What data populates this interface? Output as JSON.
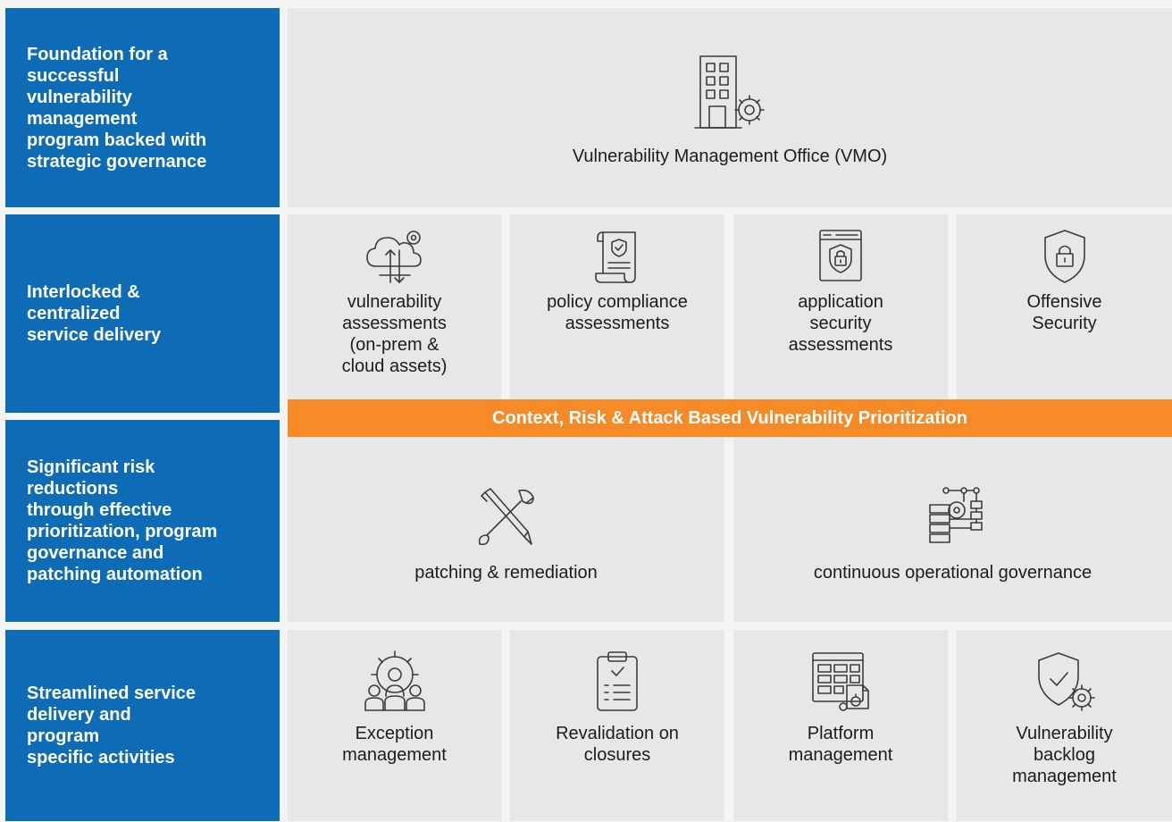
{
  "rows": [
    {
      "lines": [
        "Foundation for a",
        "successful",
        "vulnerability",
        "management",
        "program backed with",
        "strategic governance"
      ]
    },
    {
      "lines": [
        "Interlocked &",
        "centralized",
        "service delivery"
      ]
    },
    {
      "lines": [
        "Significant risk",
        "reductions",
        "through effective",
        "prioritization, program",
        "governance and",
        "patching automation"
      ]
    },
    {
      "lines": [
        "Streamlined service",
        "delivery and",
        "program",
        "specific activities"
      ]
    }
  ],
  "vmo": {
    "label": "Vulnerability Management Office (VMO)",
    "icon": "building-gear-icon"
  },
  "services": [
    {
      "lines": [
        "vulnerability",
        "assessments",
        "(on-prem &",
        "cloud assets)"
      ],
      "icon": "cloud-gear-icon"
    },
    {
      "lines": [
        "policy compliance",
        "assessments"
      ],
      "icon": "scroll-shield-icon"
    },
    {
      "lines": [
        "application",
        "security",
        "assessments"
      ],
      "icon": "browser-lock-icon"
    },
    {
      "lines": [
        "Offensive",
        "Security"
      ],
      "icon": "shield-lock-icon"
    }
  ],
  "band": {
    "label": "Context, Risk & Attack Based Vulnerability Prioritization",
    "color": "#f58a26"
  },
  "outcomes": [
    {
      "label": "patching & remediation",
      "icon": "tools-icon"
    },
    {
      "label": "continuous operational governance",
      "icon": "server-network-icon"
    }
  ],
  "activities": [
    {
      "lines": [
        "Exception",
        "management"
      ],
      "icon": "team-gear-icon"
    },
    {
      "lines": [
        "Revalidation on",
        "closures"
      ],
      "icon": "clipboard-check-icon"
    },
    {
      "lines": [
        "Platform",
        "management"
      ],
      "icon": "dashboard-gear-icon"
    },
    {
      "lines": [
        "Vulnerability",
        "backlog",
        "management"
      ],
      "icon": "shield-check-gear-icon"
    }
  ],
  "colors": {
    "blue": "#0e6bb5",
    "orange": "#f58a26",
    "panel": "#e7e7e7"
  }
}
